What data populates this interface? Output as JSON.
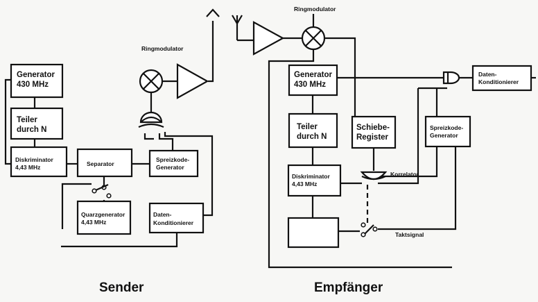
{
  "sender": {
    "caption": "Sender",
    "ringmod_label": "Ringmodulator",
    "generator": [
      "Generator",
      "430 MHz"
    ],
    "teiler": [
      "Teiler",
      "durch N"
    ],
    "diskriminator": [
      "Diskriminator",
      "4,43 MHz"
    ],
    "separator": "Separator",
    "spreizkode": [
      "Spreizkode-",
      "Generator"
    ],
    "quarz": [
      "Quarzgenerator",
      "4,43 MHz"
    ],
    "daten": [
      "Daten-",
      "Konditionierer"
    ]
  },
  "receiver": {
    "caption": "Empfänger",
    "ringmod_label": "Ringmodulator",
    "generator": [
      "Generator",
      "430 MHz"
    ],
    "teiler": [
      "Teiler",
      "durch N"
    ],
    "schiebe": [
      "Schiebe-",
      "Register"
    ],
    "spreizkode": [
      "Spreizkode-",
      "Generator"
    ],
    "daten": [
      "Daten-",
      "Konditionierer"
    ],
    "diskriminator": [
      "Diskriminator",
      "4,43 MHz"
    ],
    "korrelator": "Korrelator",
    "taktsignal": "Taktsignal"
  }
}
